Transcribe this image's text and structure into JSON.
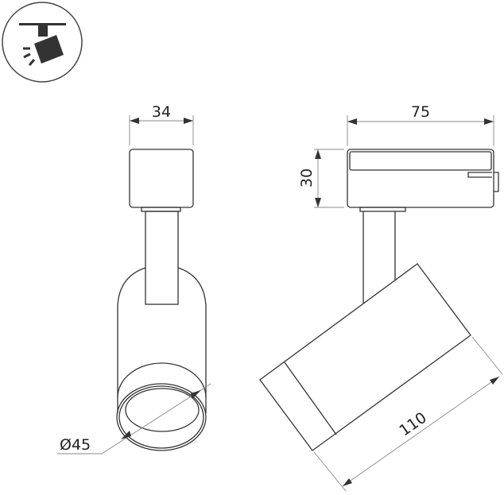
{
  "icon": {
    "name": "track-spotlight-icon"
  },
  "front_view": {
    "width_label": "34",
    "diameter_label": "Ø45"
  },
  "side_view": {
    "width_label": "75",
    "height_label": "30",
    "length_label": "110"
  }
}
